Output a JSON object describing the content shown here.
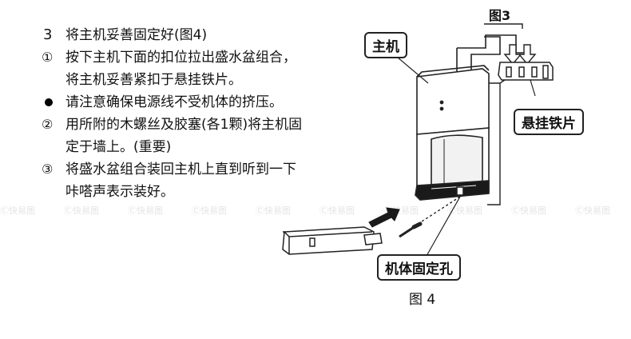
{
  "instructions": {
    "step3": {
      "marker": "3",
      "text": "将主机妥善固定好(图4)"
    },
    "item1": {
      "marker": "①",
      "line1": "按下主机下面的扣位拉出盛水盆组合，",
      "line2": "将主机妥善紧扣于悬挂铁片。"
    },
    "note": {
      "text": "请注意确保电源线不受机体的挤压。"
    },
    "item2": {
      "marker": "②",
      "line1": "用所附的木螺丝及胶塞(各1颗)将主机固",
      "line2": "定于墙上。(重要)"
    },
    "item3": {
      "marker": "③",
      "line1": "将盛水盆组合装回主机上直到听到一下",
      "line2": "咔嗒声表示装好。"
    }
  },
  "figure": {
    "fig3_label": "图3",
    "fig4_label": "图 4",
    "callout_main_unit": "主机",
    "callout_bracket": "悬挂铁片",
    "callout_hole": "机体固定孔"
  },
  "watermark": {
    "text": "Ⓒ快易图"
  },
  "colors": {
    "line": "#222222",
    "unit_fill": "#ffffff",
    "dark_base": "#1a1a1a"
  }
}
